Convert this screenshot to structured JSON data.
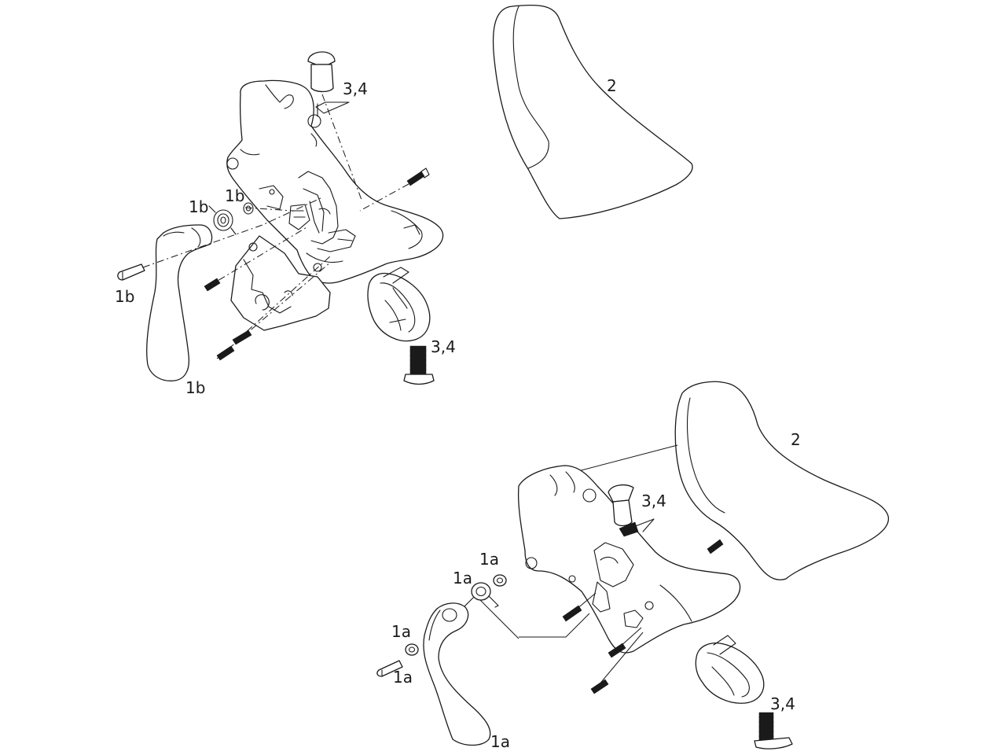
{
  "diagram": {
    "kind": "exploded-parts-view",
    "line_color": "#1a1a1a",
    "background": "#ffffff",
    "callouts": [
      {
        "id": "top-hood",
        "text": "2"
      },
      {
        "id": "top-cap",
        "text": "3,4"
      },
      {
        "id": "top-spring-left",
        "text": "1b"
      },
      {
        "id": "top-spring-right",
        "text": "1b"
      },
      {
        "id": "top-pin",
        "text": "1b"
      },
      {
        "id": "top-lever",
        "text": "1b"
      },
      {
        "id": "top-bolt",
        "text": "3,4"
      },
      {
        "id": "bottom-hood",
        "text": "2"
      },
      {
        "id": "bottom-cap",
        "text": "3,4"
      },
      {
        "id": "bottom-washer-top",
        "text": "1a"
      },
      {
        "id": "bottom-spring",
        "text": "1a"
      },
      {
        "id": "bottom-washer",
        "text": "1a"
      },
      {
        "id": "bottom-pin",
        "text": "1a"
      },
      {
        "id": "bottom-lever",
        "text": "1a"
      },
      {
        "id": "bottom-bolt",
        "text": "3,4"
      }
    ]
  }
}
